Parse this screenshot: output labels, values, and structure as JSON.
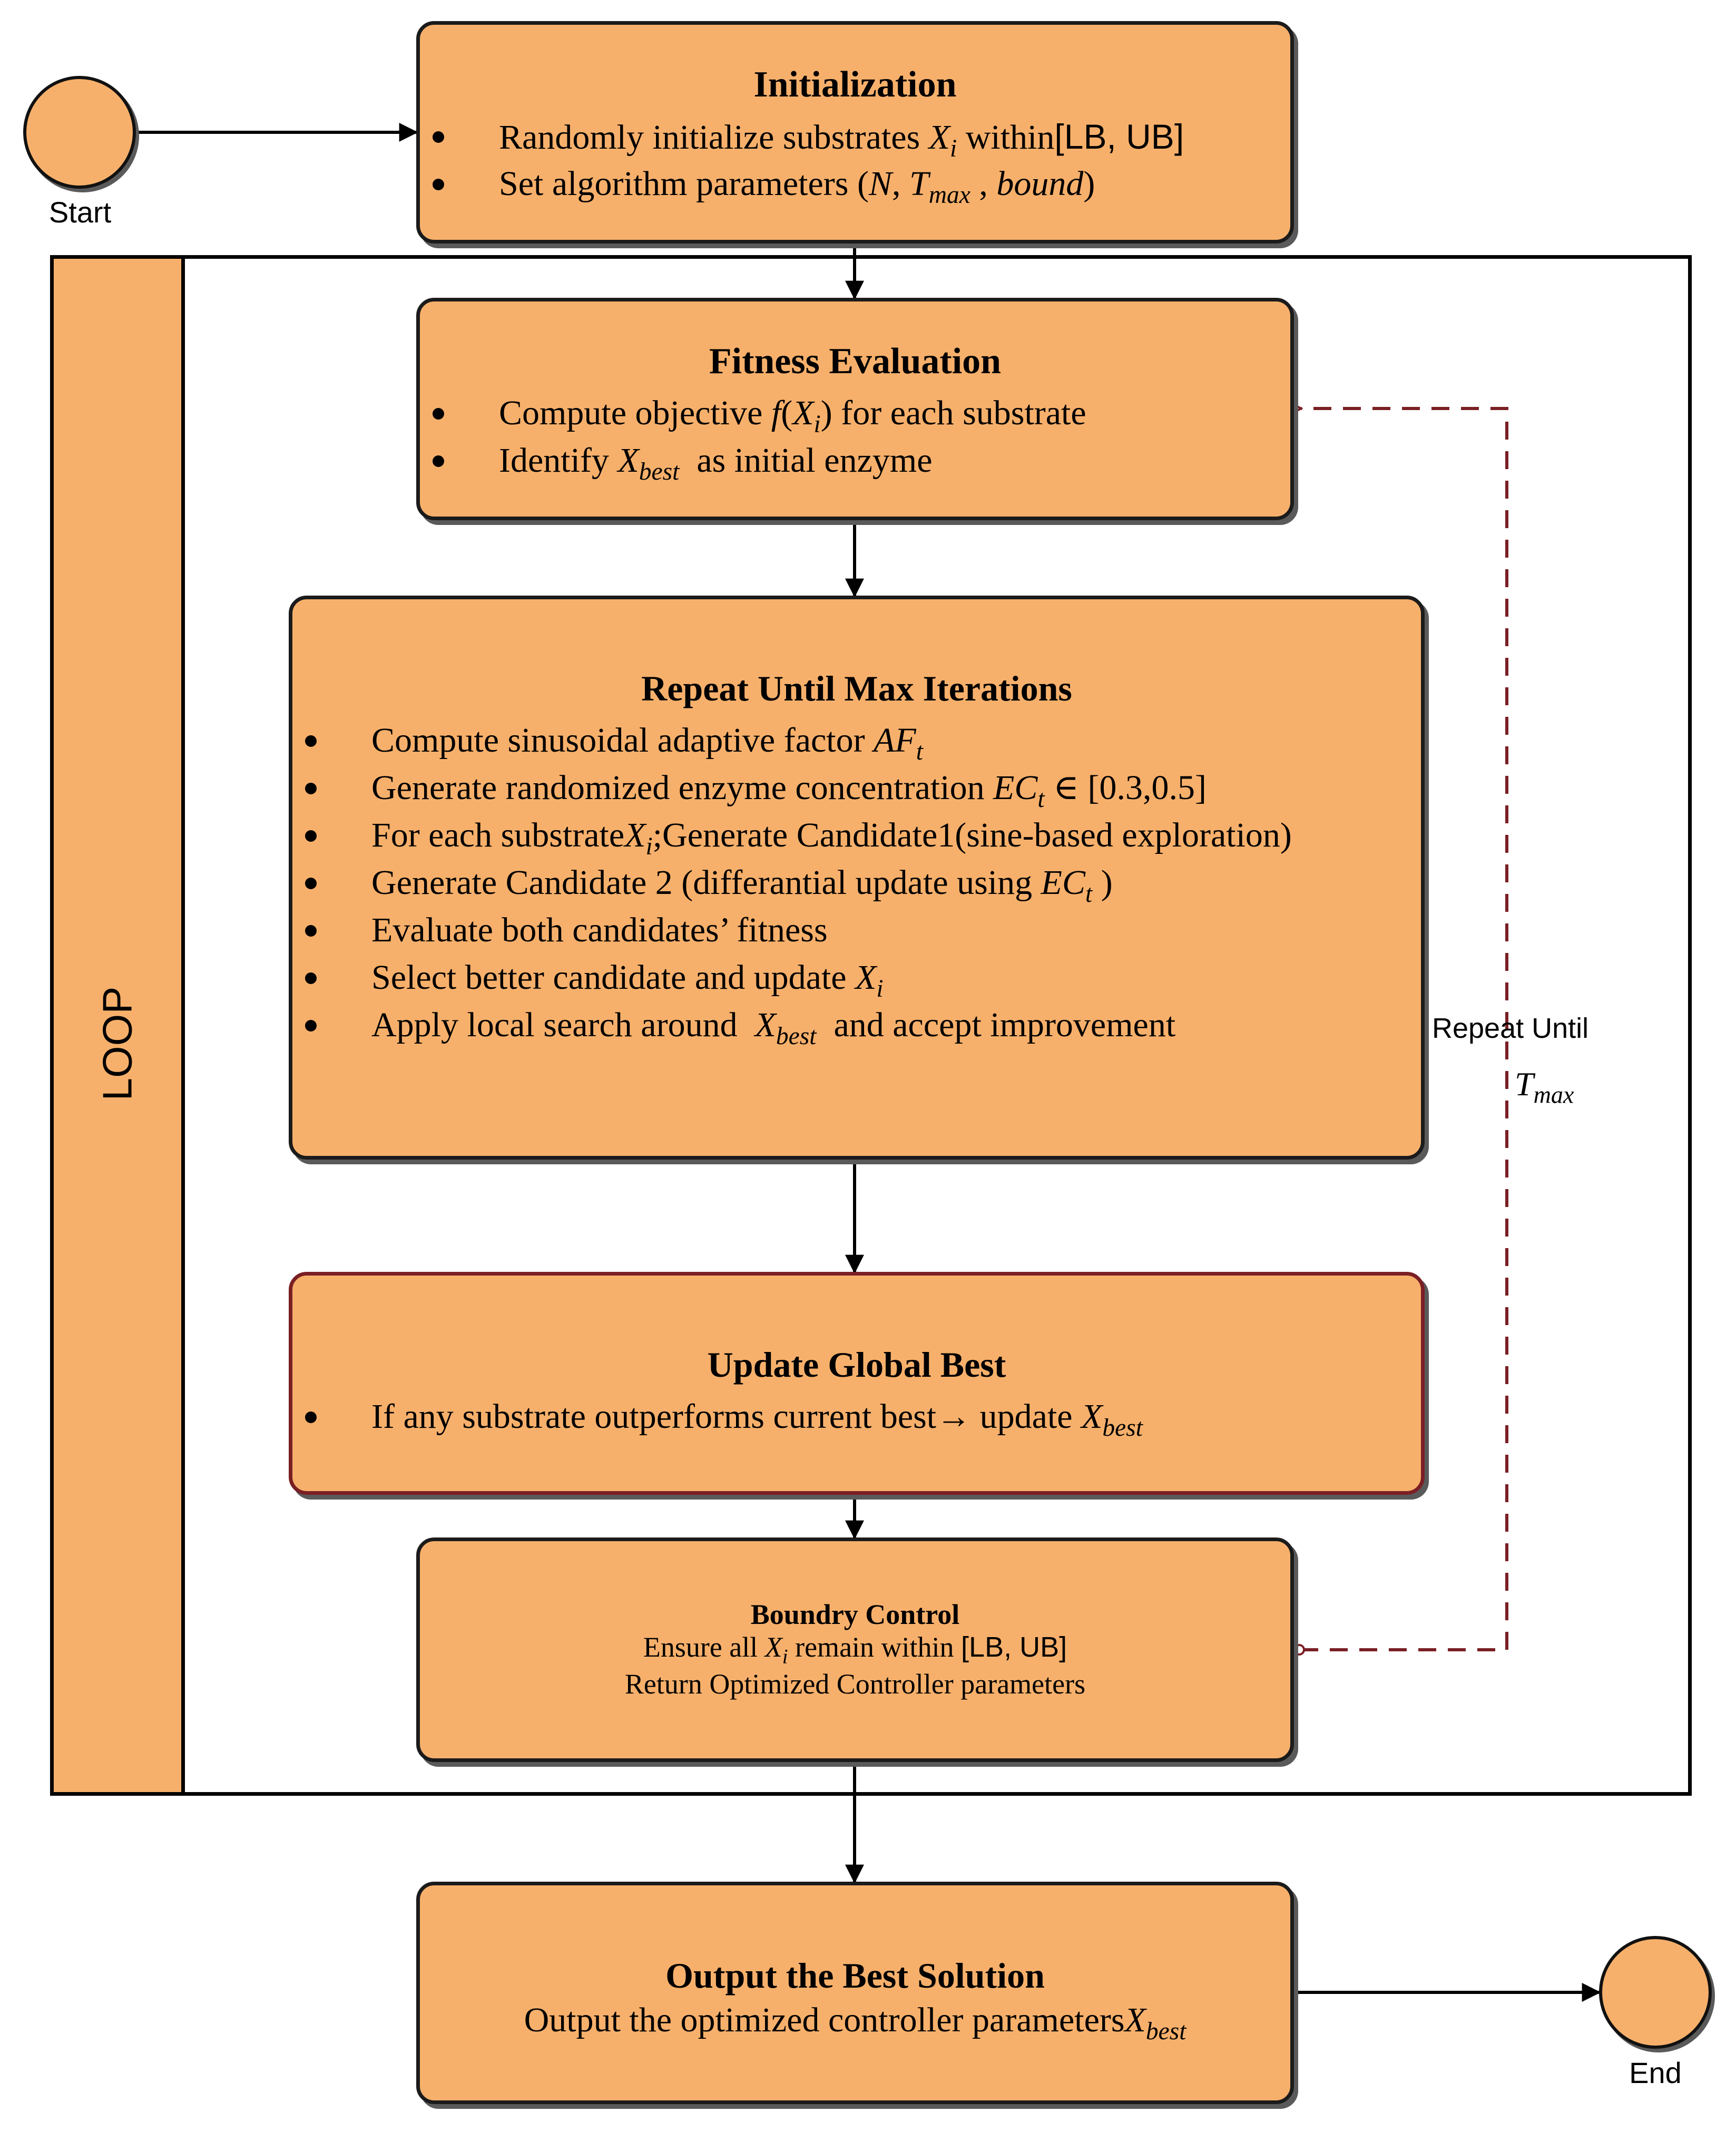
{
  "colors": {
    "box_fill": "#f7b06b",
    "box_border": "#1b1b1b",
    "accent_border": "#7a1f24",
    "feedback_line": "#7a1f24"
  },
  "terminals": {
    "start": "Start",
    "end": "End"
  },
  "loop": {
    "label": "LOOP",
    "feedback_label": "Repeat Until",
    "feedback_var": "T",
    "feedback_var_sub": "max"
  },
  "init": {
    "title": "Initialization",
    "item1_text": "Randomly initialize substrates ",
    "item1_var": "X",
    "item1_var_sub": "i",
    "item1_within": " within",
    "item1_bounds": "[LB, UB]",
    "item2_text": "Set algorithm parameters (",
    "item2_n": "N",
    "item2_t": "T",
    "item2_t_sub": "max",
    "item2_bound": "bound",
    "item2_close": ")"
  },
  "fitness": {
    "title": "Fitness Evaluation",
    "item1_text": "Compute objective ",
    "item1_f": "f",
    "item1_x": "X",
    "item1_x_sub": "i",
    "item1_tail": " for each substrate",
    "item2_text": "Identify ",
    "item2_x": "X",
    "item2_x_sub": "best",
    "item2_tail": "as initial enzyme"
  },
  "repeat": {
    "title": "Repeat Until Max Iterations",
    "item1_text": "Compute sinusoidal adaptive factor ",
    "item1_var": "AF",
    "item1_var_sub": "t",
    "item2_text": "Generate randomized enzyme concentration ",
    "item2_var": "EC",
    "item2_var_sub": "t",
    "item2_range": " ∈ [0.3,0.5]",
    "item3_text": "For each substrate",
    "item3_var": "X",
    "item3_var_sub": "i",
    "item3_tail": ";Generate Candidate1(sine-based exploration)",
    "item4_text": "Generate Candidate 2 (differantial update using ",
    "item4_var": "EC",
    "item4_var_sub": "t",
    "item4_tail": " )",
    "item5_text": "Evaluate both candidates’ fitness",
    "item6_text": "Select better candidate and update ",
    "item6_var": "X",
    "item6_var_sub": "i",
    "item7_text": "Apply local search around ",
    "item7_var": "X",
    "item7_var_sub": "best",
    "item7_tail": "and accept improvement"
  },
  "global_best": {
    "title": "Update Global Best",
    "item1_text": "If any substrate outperforms current best→ update ",
    "item1_var": "X",
    "item1_var_sub": "best"
  },
  "boundary": {
    "title": "Boundry Control",
    "line1_text": "Ensure all ",
    "line1_var": "X",
    "line1_var_sub": "i",
    "line1_tail": " remain within ",
    "line1_bounds": "[LB, UB]",
    "line2_text": "Return Optimized Controller parameters"
  },
  "output": {
    "title": "Output the Best Solution",
    "line1_text": "Output the optimized controller parameters",
    "line1_var": "X",
    "line1_var_sub": "best"
  }
}
